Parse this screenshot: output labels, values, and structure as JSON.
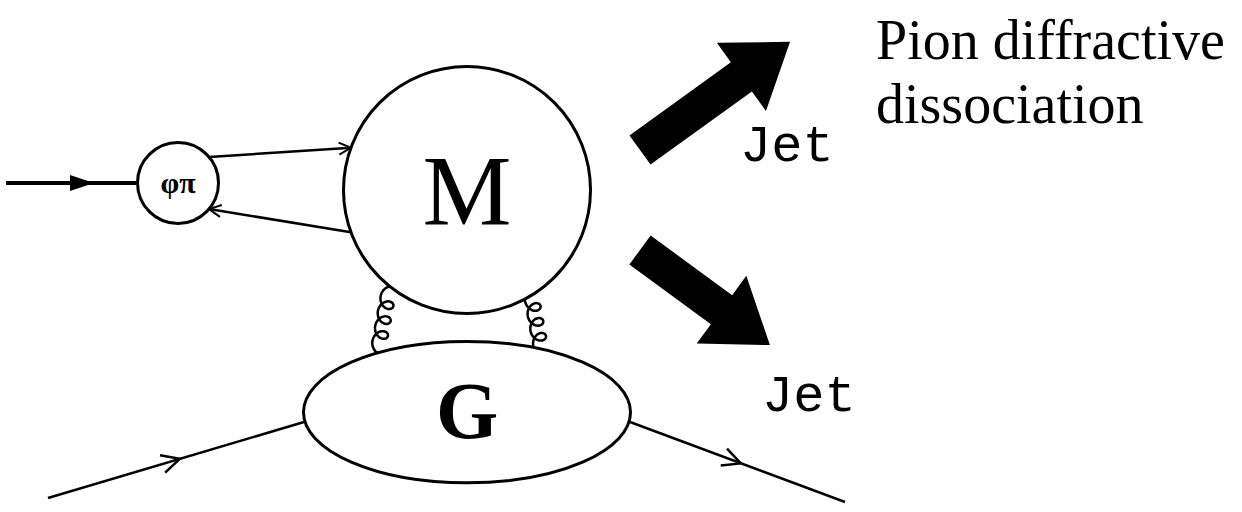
{
  "diagram": {
    "nodes": [
      {
        "text": [
          "φπ"
        ]
      },
      {
        "text": [
          "M"
        ]
      },
      {
        "text": [
          "G"
        ]
      }
    ],
    "edges": [
      {
        "from": 0,
        "to": 1,
        "arrow": "to"
      },
      {
        "from": 1,
        "to": 0,
        "arrow": "to"
      },
      {
        "from": 1,
        "to": 2,
        "arrow": "none"
      },
      {
        "from": 1,
        "to": 2,
        "arrow": "none"
      }
    ],
    "labels": [
      "Jet",
      "Jet",
      "Pion diffractive dissociation"
    ]
  }
}
